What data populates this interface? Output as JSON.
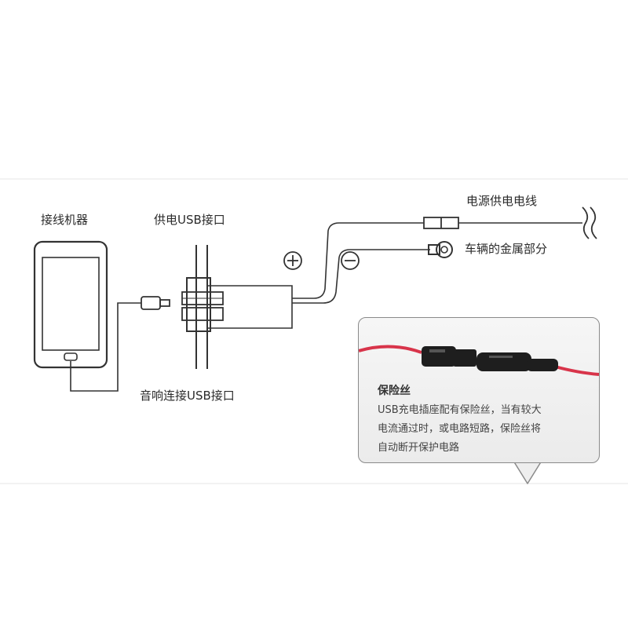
{
  "labels": {
    "device": "接线机器",
    "power_usb": "供电USB接口",
    "audio_usb": "音响连接USB接口",
    "power_wire": "电源供电电线",
    "vehicle_metal": "车辆的金属部分"
  },
  "fuse_callout": {
    "title": "保险丝",
    "lines": [
      "USB充电插座配有保险丝，当有较大",
      "电流通过时，或电路短路，保险丝将",
      "自动断开保护电路"
    ]
  },
  "colors": {
    "line": "#333333",
    "wire_red": "#d8344a",
    "fuse_body": "#1e1e1e"
  },
  "icons": [
    "plus-circle-icon",
    "minus-circle-icon",
    "phone-icon",
    "usb-plug-icon",
    "ring-terminal-icon",
    "inline-fuse-icon",
    "wire-break-icon"
  ]
}
